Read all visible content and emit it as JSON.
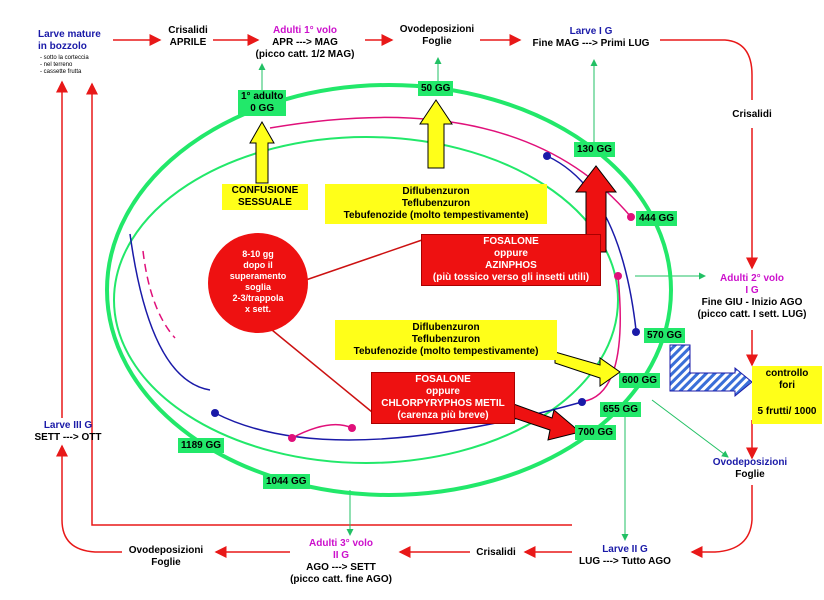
{
  "stages": {
    "larve_mature": {
      "title": "Larve mature",
      "subtitle": "in bozzolo",
      "notes": [
        "- sotto la corteccia",
        "- nel terreno",
        "- cassette frutta"
      ]
    },
    "crisalidi_aprile": {
      "line1": "Crisalidi",
      "line2": "APRILE"
    },
    "adulti_1": {
      "title": "Adulti 1° volo",
      "line2": "APR ---> MAG",
      "line3": "(picco catt. 1/2 MAG)"
    },
    "ovodep_1": {
      "line1": "Ovodeposizioni",
      "line2": "Foglie"
    },
    "larve_1g": {
      "title": "Larve I G",
      "line2": "Fine MAG ---> Primi LUG"
    },
    "crisalidi_right": {
      "line1": "Crisalidi"
    },
    "adulti_2": {
      "title": "Adulti 2° volo",
      "subtitle": "I G",
      "line3": "Fine GIU - Inizio AGO",
      "line4": "(picco catt. I sett. LUG)"
    },
    "ovodep_2": {
      "title": "Ovodeposizioni",
      "line2": "Foglie"
    },
    "larve_2g": {
      "title": "Larve II G",
      "line2": "LUG ---> Tutto AGO"
    },
    "crisalidi_bottom": {
      "line1": "Crisalidi"
    },
    "adulti_3": {
      "title": "Adulti 3° volo",
      "subtitle": "II G",
      "line3": "AGO ---> SETT",
      "line4": "(picco catt. fine AGO)"
    },
    "ovodep_3": {
      "line1": "Ovodeposizioni",
      "line2": "Foglie"
    },
    "larve_3g": {
      "title": "Larve III G",
      "line2": "SETT ---> OTT"
    }
  },
  "degree_days": {
    "primo_adulto": {
      "line1": "1° adulto",
      "line2": "0 GG"
    },
    "gg_50": "50 GG",
    "gg_130": "130 GG",
    "gg_444": "444 GG",
    "gg_570": "570 GG",
    "gg_600": "600 GG",
    "gg_655": "655 GG",
    "gg_700": "700 GG",
    "gg_1044": "1044 GG",
    "gg_1189": "1189 GG"
  },
  "treatments": {
    "confusione": {
      "line1": "CONFUSIONE",
      "line2": "SESSUALE"
    },
    "diflu_1": {
      "line1": "Diflubenzuron",
      "line2": "Teflubenzuron",
      "line3": "Tebufenozide (molto tempestivamente)"
    },
    "fosalone_1": {
      "line1": "FOSALONE",
      "line2": "oppure",
      "line3": "AZINPHOS",
      "line4": "(più tossico verso gli insetti utili)"
    },
    "diflu_2": {
      "line1": "Diflubenzuron",
      "line2": "Teflubenzuron",
      "line3": "Tebufenozide (molto tempestivamente)"
    },
    "fosalone_2": {
      "line1": "FOSALONE",
      "line2": "oppure",
      "line3": "CHLORPYRYPHOS METIL",
      "line4": "(carenza più breve)"
    },
    "circle": {
      "line1": "8-10 gg",
      "line2": "dopo il",
      "line3": "superamento",
      "line4": "soglia",
      "line5": "2-3/trappola",
      "line6": "x sett."
    },
    "controllo": {
      "line1": "controllo",
      "line2": "fori",
      "line3": "5 frutti/ 1000"
    }
  },
  "colors": {
    "green": "#22e86a",
    "yellow": "#ffff19",
    "red": "#ee1111",
    "blue": "#1a1aa8",
    "magenta": "#cc10cc",
    "arrow_red": "#e81818"
  }
}
